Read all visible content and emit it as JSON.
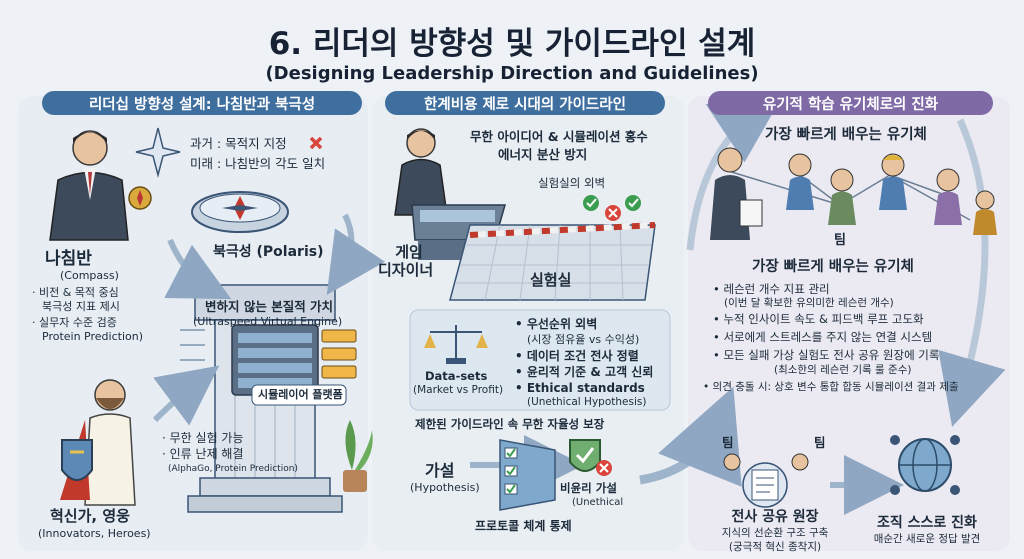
{
  "title": {
    "main": "6. 리더의 방향성 및 가이드라인 설계",
    "sub": "(Designing Leadership Direction and Guidelines)"
  },
  "colors": {
    "panel_blue": "#3f6f9e",
    "panel_purple": "#7f6aa6",
    "cross": "#d9453a",
    "check": "#3a9d4f",
    "arrow": "#9eb4cb"
  },
  "section1": {
    "header": "리더십 방향성 설계: 나침반과 북극성",
    "past": "과거 : 목적지 지정",
    "future": "미래 : 나침반의 각도 일치",
    "compass_title": "나침반",
    "compass_en": "(Compass)",
    "compass_b1a": "· 비전 & 목적 중심",
    "compass_b1b": "북극성 지표 제시",
    "compass_b2a": "· 실무자 수준 검증",
    "compass_b2b": "Protein Prediction)",
    "polaris": "북극성 (Polaris)",
    "engine_title": "변하지 않는 본질적 가치",
    "engine_en": "(Ultraspeed Virtual Engine)",
    "platform": "시뮬레이어 플랫폼",
    "exp_b1": "· 무한 실험 가능",
    "exp_b2": "· 인류 난제 해결",
    "exp_note": "(AlphaGo, Protein Prediction)",
    "hero_title": "혁신가, 영웅",
    "hero_en": "(Innovators, Heroes)"
  },
  "section2": {
    "header": "한계비용 제로 시대의 가이드라인",
    "flood_a": "무한 아이디어 & 시뮬레이션 홍수",
    "flood_b": "에너지 분산 방지",
    "wall": "실험실의 외벽",
    "designer_a": "게임",
    "designer_b": "디자이너",
    "lab": "실험실",
    "datasets_a": "Data-sets",
    "datasets_b": "(Market vs Profit)",
    "g1a": "• 우선순위 외벽",
    "g1b": "(시장 점유율 vs 수익성)",
    "g2": "• 데이터 조건 전사 정렬",
    "g3": "• 윤리적 기준 & 고객 신뢰",
    "g4a": "• Ethical standards",
    "g4b": "(Unethical Hypothesis)",
    "limited": "제한된 가이드라인 속 무한 자율성 보장",
    "hyp_a": "가설",
    "hyp_b": "(Hypothesis)",
    "unethical_a": "비윤리 가설",
    "unethical_b": "(Unethical",
    "protocol": "프로토콜 체계 통제"
  },
  "section3": {
    "header": "유기적 학습 유기체로의 진화",
    "fastest": "가장 빠르게 배우는 유기체",
    "team": "팀",
    "fastest2": "가장 빠르게 배우는 유기체",
    "b1a": "• 레슨런 개수 지표 관리",
    "b1b": "(이번 달 확보한 유의미한 레슨런 개수)",
    "b2": "• 누적 인사이트 속도 & 피드백 루프 고도화",
    "b3": "• 서로에게 스트레스를 주지 않는 연결 시스템",
    "b4a": "• 모든 실패 가상 실험도 전사 공유 원장에 기록",
    "b4b": "(최소한의 레슨런 기록 룰 준수)",
    "b5": "• 의견 충돌 시: 상호 변수 통합 합동 시뮬레이션 결과 제출",
    "team_l": "팀",
    "team_r": "팀",
    "ledger_a": "전사 공유 원장",
    "ledger_b": "지식의 선순환 구조 구축",
    "ledger_c": "(궁극적 혁신 종착지)",
    "evolve_a": "조직 스스로 진화",
    "evolve_b": "매순간 새로운 정답 발견"
  }
}
